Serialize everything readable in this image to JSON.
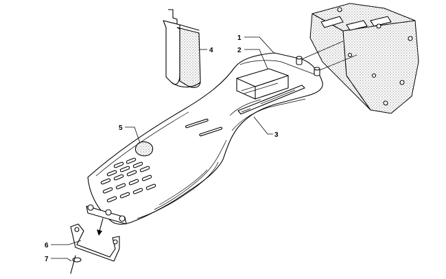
{
  "diagram": {
    "callouts": [
      {
        "id": "1",
        "label": "1"
      },
      {
        "id": "2",
        "label": "2"
      },
      {
        "id": "3",
        "label": "3"
      },
      {
        "id": "4",
        "label": "4"
      },
      {
        "id": "5",
        "label": "5"
      },
      {
        "id": "6",
        "label": "6"
      },
      {
        "id": "7",
        "label": "7"
      }
    ]
  },
  "colors": {
    "ink": "#000000",
    "paper": "#ffffff",
    "dot_texture": "#555555"
  }
}
